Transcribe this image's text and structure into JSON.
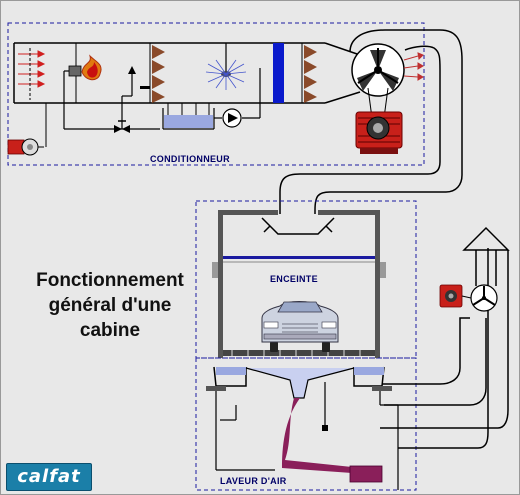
{
  "labels": {
    "conditioner": "CONDITIONNEUR",
    "enclosure": "ENCEINTE",
    "air_washer": "LAVEUR D'AIR"
  },
  "title": {
    "line1": "Fonctionnement",
    "line2": "général d'une",
    "line3": "cabine"
  },
  "logo": {
    "text": "calfat"
  },
  "colors": {
    "background": "#e8e8e8",
    "frame_dash": "#1a1aa0",
    "motor_red": "#c8201a",
    "water_blue": "#9aa8e0",
    "sludge": "#8a1f5a",
    "logo_bg": "#1b7fa8",
    "filter_brown": "#8a4a2a",
    "filter_blue": "#0a1acc"
  },
  "icons": [
    "fan-icon",
    "motor-icon",
    "burner-flame-icon",
    "spray-nozzle-icon",
    "pump-icon",
    "valve-icon",
    "car-icon",
    "exhaust-arrow-icon"
  ]
}
